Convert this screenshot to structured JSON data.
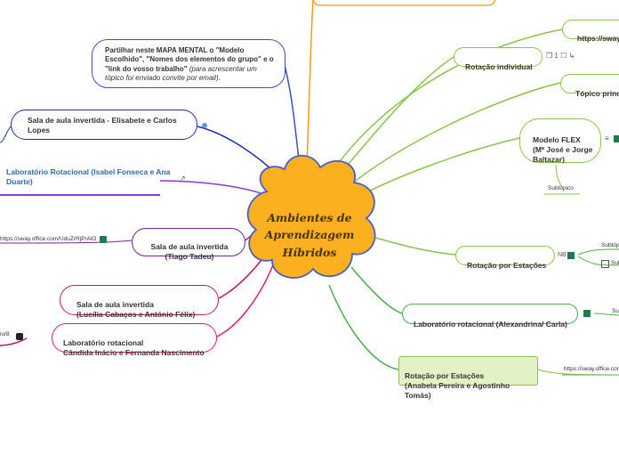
{
  "center": {
    "title": "Ambientes de\nAprendizagem\nHíbridos",
    "color": "#fbb11f"
  },
  "left_branches": [
    {
      "id": "partilhar",
      "text": "Partilhar neste MAPA MENTAL o \"Modelo Escolhido\", \"Nomes dos elementos do grupo\" e o \"link do vosso trabalho\"",
      "note": "(para acrescentar um tópico foi enviado convite por email)."
    },
    {
      "id": "sala1",
      "text": "Sala de aula invertida - Elisabete e Carlos Lopes"
    },
    {
      "id": "lab1",
      "text": "Laboratório Rotacional (Isabel Fonseca e Ana Duarte)"
    },
    {
      "id": "sala2",
      "text": "Sala de aula invertida\n(Tiago Tadeu)",
      "link": "https://sway.office.com/UduZrRjPrAlOp4xU"
    },
    {
      "id": "sala3",
      "text": "Sala de aula invertida\n(Lucília Cabaços e António Félix)"
    },
    {
      "id": "lab2",
      "text": "Laboratório rotacional\nCândida Inácio e Fernanda Nascimento",
      "link": "io/8"
    }
  ],
  "right_branches": [
    {
      "id": "sway_top",
      "text": "https://sway"
    },
    {
      "id": "rot_ind",
      "text": "Rotação individual",
      "icons": "❐ 1 ☐ ↳"
    },
    {
      "id": "topico",
      "text": "Tópico princip"
    },
    {
      "id": "flex",
      "text": "Modelo FLEX\n(Mª José e Jorge\nBaltazar)",
      "subtopic": "Subtópico"
    },
    {
      "id": "rot_est",
      "text": "Rotação por Estações",
      "badge": "NB",
      "children": [
        "Subtóp",
        "Sub"
      ]
    },
    {
      "id": "lab3",
      "text": "Laboratório rotacional (Alexandrina/ Carla)",
      "child": "Su"
    },
    {
      "id": "rot_est2",
      "text": "Rotação por Estações\n(Anabela Pereira e Agostinho Tomás)",
      "link": "https://sway.office.com"
    }
  ]
}
